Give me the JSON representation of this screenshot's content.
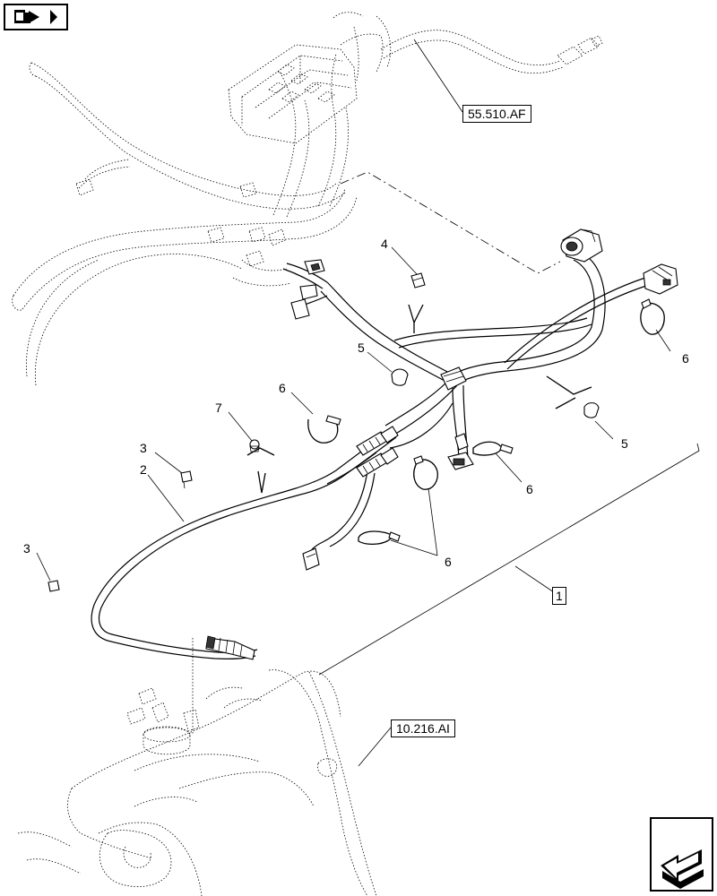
{
  "references": {
    "hvac_ref": "55.510.AF",
    "tank_ref": "10.216.AI",
    "assembly_item": "1"
  },
  "callouts": {
    "c2": "2",
    "c3a": "3",
    "c3b": "3",
    "c4": "4",
    "c5a": "5",
    "c5b": "5",
    "c6a": "6",
    "c6b": "6",
    "c6c": "6",
    "c6d": "6",
    "c7": "7"
  },
  "icons": {
    "top": "document-arrow-icon",
    "bottom": "arrow-navigation-icon"
  }
}
